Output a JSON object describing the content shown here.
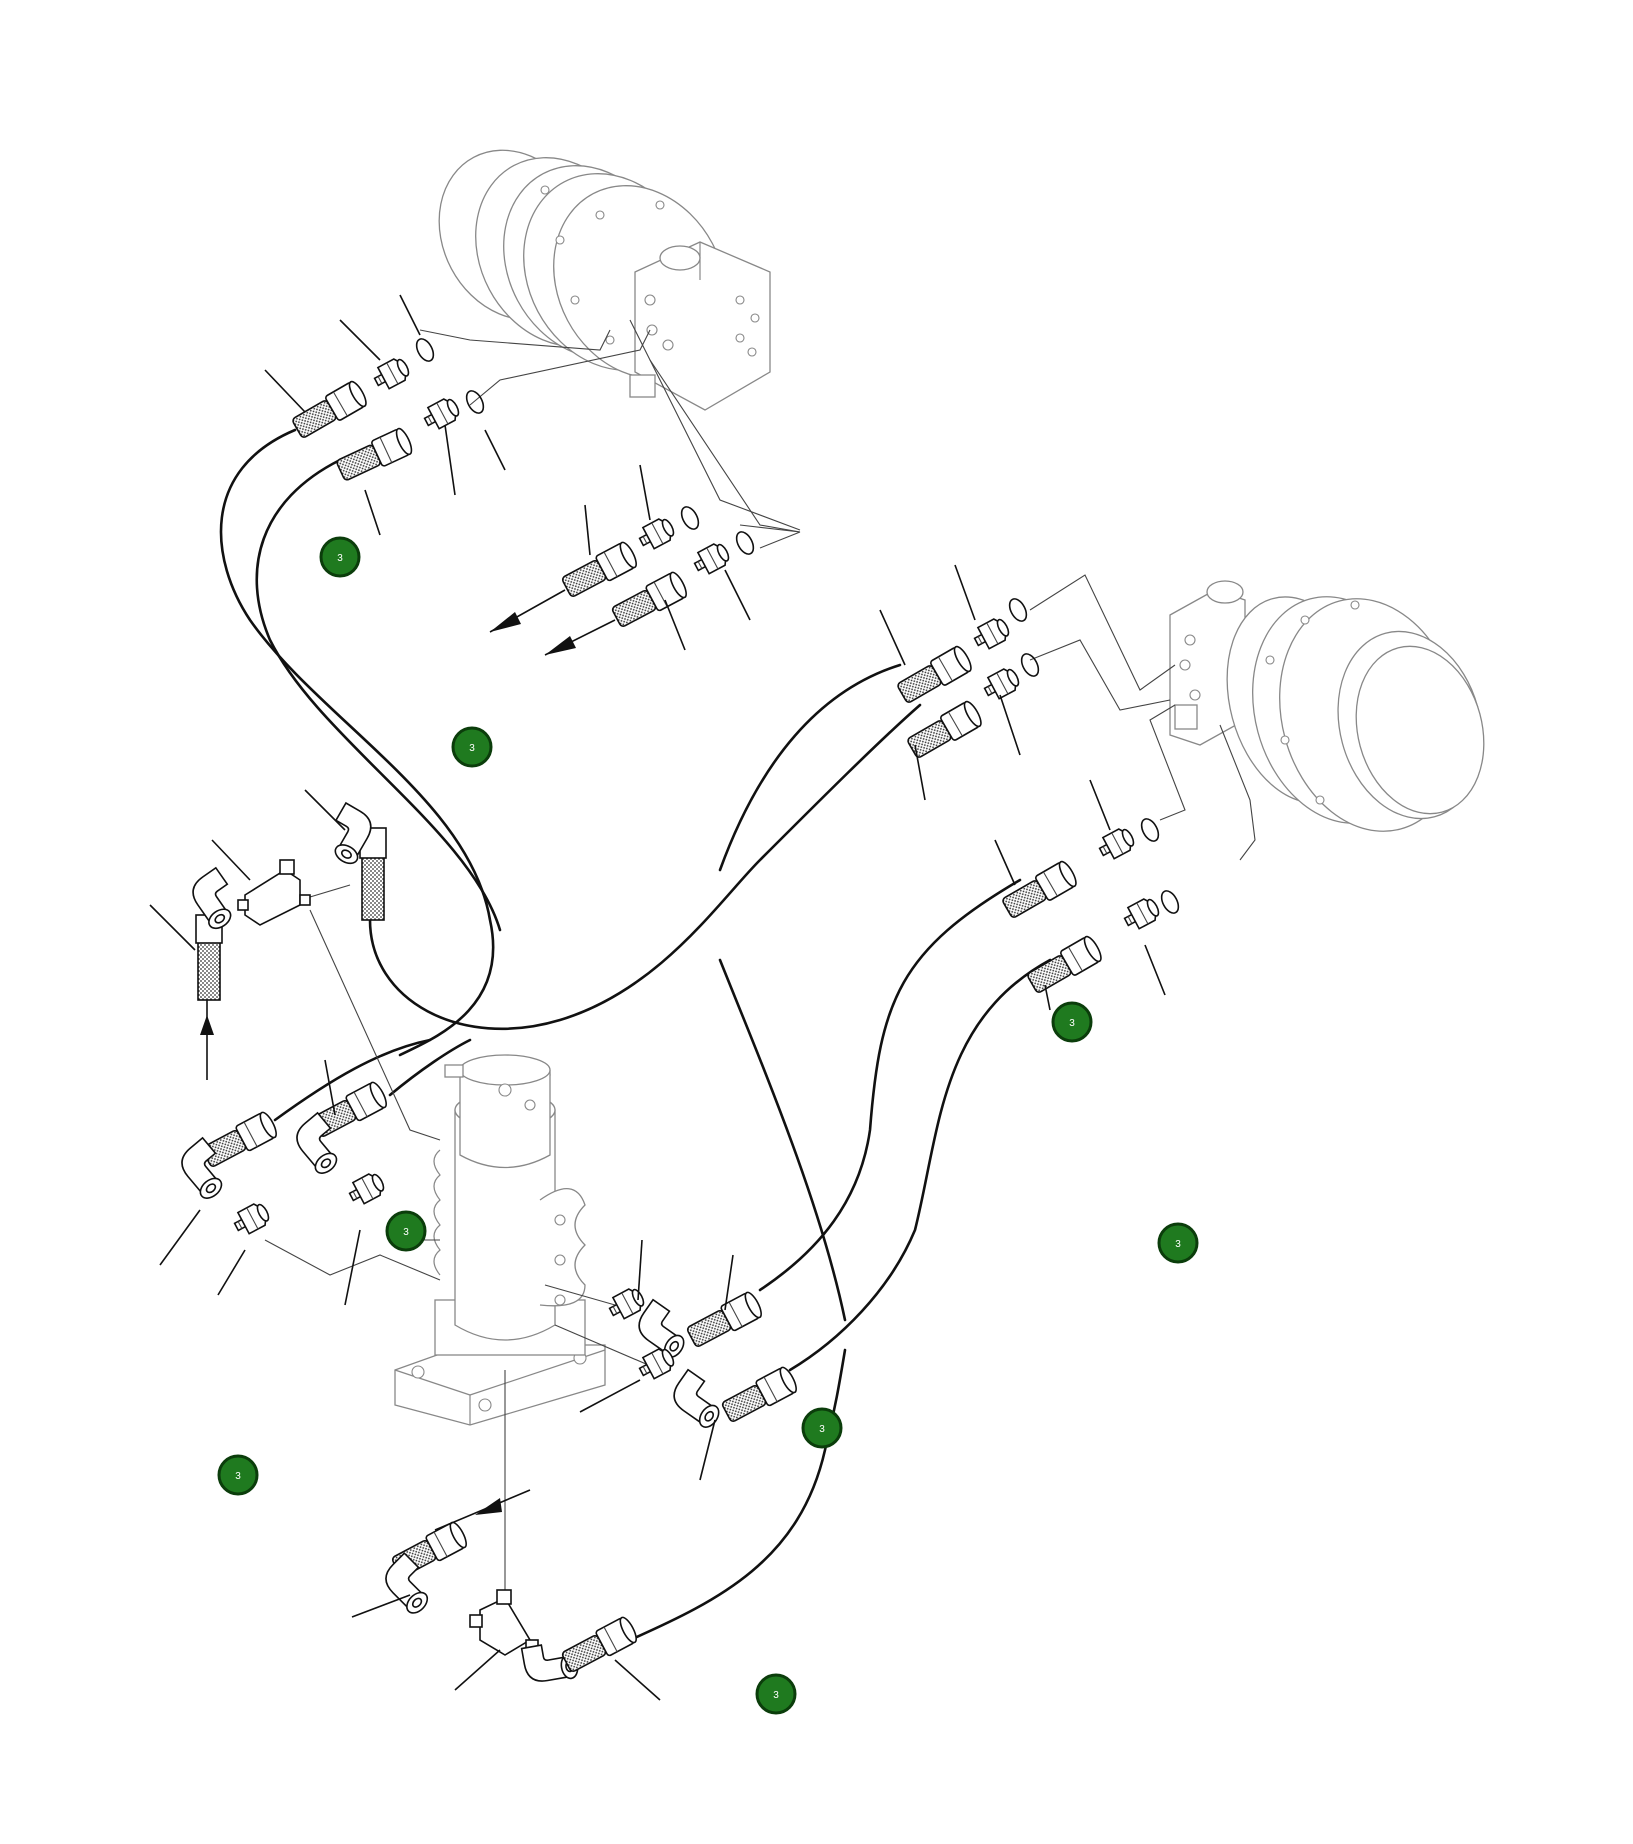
{
  "diagram": {
    "callouts": [
      {
        "id": "c1",
        "label": "3"
      },
      {
        "id": "c2",
        "label": "3"
      },
      {
        "id": "c3",
        "label": "3"
      },
      {
        "id": "c4",
        "label": "3"
      },
      {
        "id": "c5",
        "label": "3"
      },
      {
        "id": "c6",
        "label": "3"
      },
      {
        "id": "c7",
        "label": "3"
      },
      {
        "id": "c8",
        "label": "3"
      }
    ],
    "colors": {
      "callout_fill": "#1f7a1f",
      "line": "#111111",
      "ghost_line": "#888888",
      "hose_braid": "#bbbbbb"
    },
    "icons": {
      "travel_motor": "travel-motor-icon",
      "swivel_joint": "center-swivel-joint-icon",
      "hose_fitting": "hose-fitting-icon",
      "adapter": "adapter-icon",
      "o_ring": "o-ring-icon",
      "tee": "tee-fitting-icon",
      "flow_arrow": "flow-arrow-icon"
    }
  }
}
